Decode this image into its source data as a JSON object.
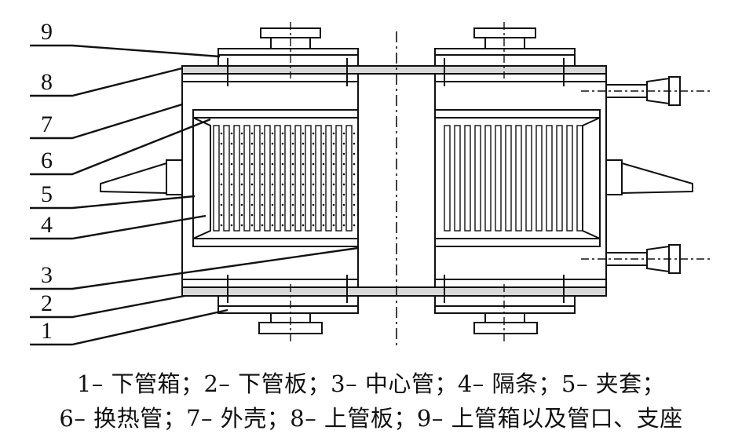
{
  "labels": [
    "9",
    "8",
    "7",
    "6",
    "5",
    "4",
    "3",
    "2",
    "1"
  ],
  "caption": {
    "line1": "1– 下管箱；2– 下管板；3– 中心管；4– 隔条；5– 夹套；",
    "line2": "6– 换热管；7– 外壳；8– 上管板；9– 上管箱以及管口、支座"
  }
}
